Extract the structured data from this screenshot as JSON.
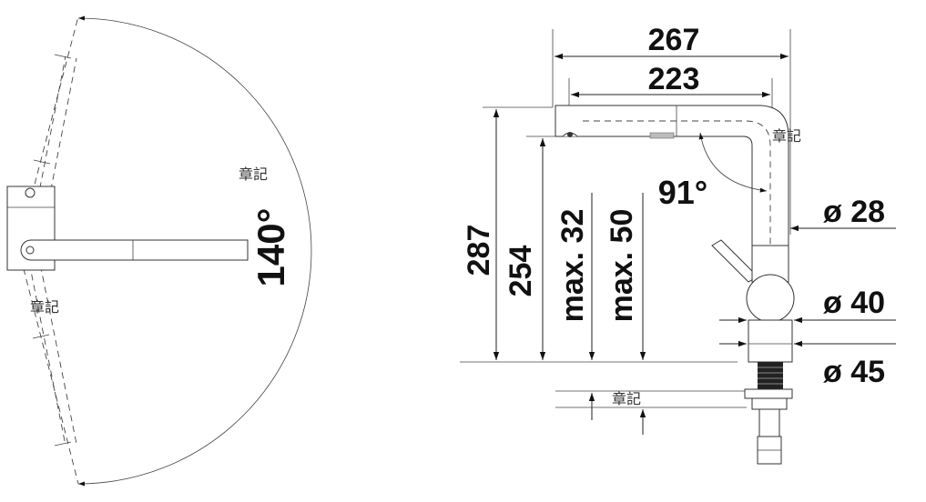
{
  "top_view": {
    "swivel_angle": "140°",
    "stamp_upper": "章記",
    "stamp_lower": "章記"
  },
  "side_view": {
    "overall_width": "267",
    "spout_reach": "223",
    "overall_height": "287",
    "spout_height": "254",
    "max_32": "max. 32",
    "max_50": "max. 50",
    "spout_angle": "91°",
    "diameter_spout": "ø 28",
    "diameter_body": "ø 40",
    "diameter_base": "ø 45",
    "stamp_top": "章記",
    "stamp_bottom": "章記"
  }
}
